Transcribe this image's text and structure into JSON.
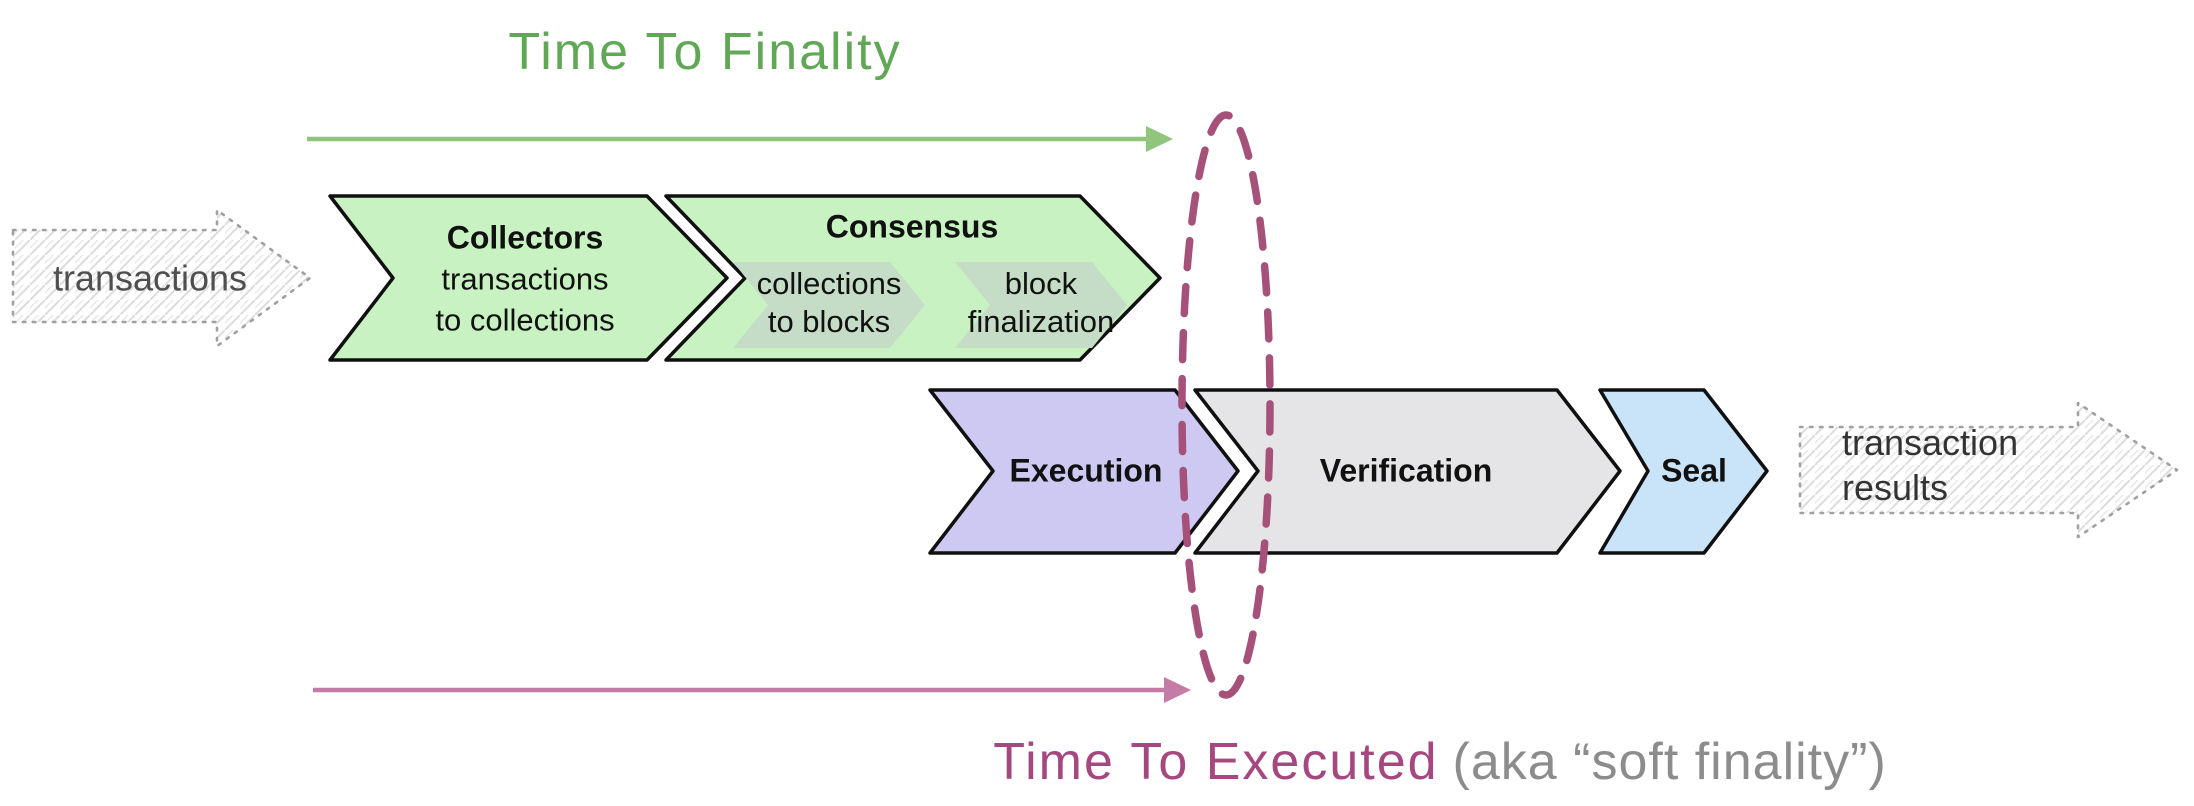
{
  "headings": {
    "time_to_finality": "Time To Finality",
    "time_to_executed": "Time To Executed",
    "soft_finality_note": "(aka “soft finality”)"
  },
  "input_arrow": {
    "label": "transactions"
  },
  "output_arrow": {
    "label_line1": "transaction",
    "label_line2": "results"
  },
  "pipeline": {
    "collectors": {
      "title": "Collectors",
      "subtitle_line1": "transactions",
      "subtitle_line2": "to collections"
    },
    "consensus": {
      "title": "Consensus",
      "sub_steps": [
        {
          "line1": "collections",
          "line2": "to blocks"
        },
        {
          "line1": "block",
          "line2": "finalization"
        }
      ]
    },
    "execution": {
      "title": "Execution"
    },
    "verification": {
      "title": "Verification"
    },
    "seal": {
      "title": "Seal"
    }
  },
  "colors": {
    "chevron_green": "#c9f2c2",
    "consensus_substep_fill": "#c5dcc6",
    "chevron_purple": "#cdc9f2",
    "chevron_gray": "#e5e5e7",
    "chevron_blue": "#c9e3f8",
    "chevron_outline": "#101010",
    "finality_heading_green": "#61a856",
    "finality_arrow_green": "#8fc57d",
    "executed_heading_pink": "#a5487f",
    "executed_note_gray": "#8c8c8c",
    "executed_arrow_pink": "#c47ca6",
    "boundary_ellipse_pink": "#a5517a",
    "sketch_arrow_border_gray": "#a0a0a0"
  }
}
